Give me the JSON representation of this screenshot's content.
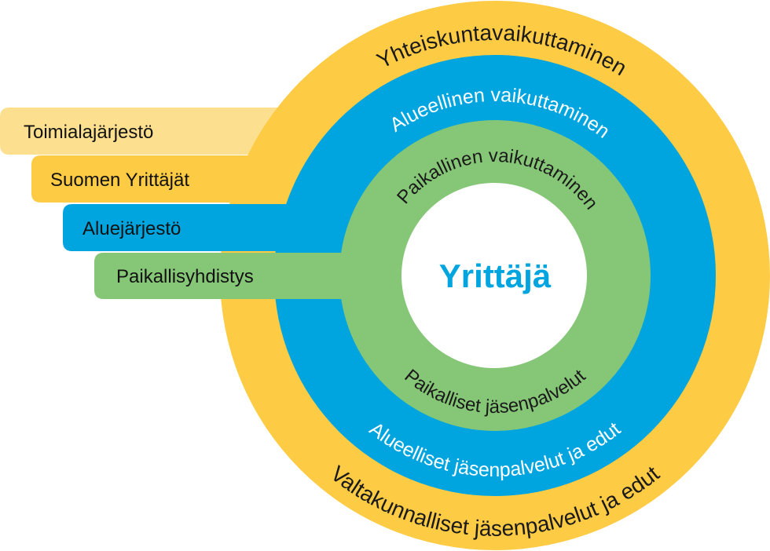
{
  "colors": {
    "light_yellow": "#fde08f",
    "yellow": "#fdcb44",
    "blue": "#00a5df",
    "green": "#86c677",
    "white": "#ffffff",
    "dark_text": "#1a1a1a"
  },
  "bars": [
    {
      "label": "Toimialajärjestö"
    },
    {
      "label": "Suomen Yrittäjät"
    },
    {
      "label": "Aluejärjestö"
    },
    {
      "label": "Paikallisyhdistys"
    }
  ],
  "rings": {
    "outer": {
      "top": "Yhteiskuntavaikuttaminen",
      "bottom": "Valtakunnalliset jäsenpalvelut ja edut"
    },
    "middle": {
      "top": "Alueellinen vaikuttaminen",
      "bottom": "Alueelliset jäsenpalvelut ja edut"
    },
    "inner": {
      "top": "Paikallinen vaikuttaminen",
      "bottom": "Paikalliset jäsenpalvelut"
    }
  },
  "center": {
    "label": "Yrittäjä"
  }
}
